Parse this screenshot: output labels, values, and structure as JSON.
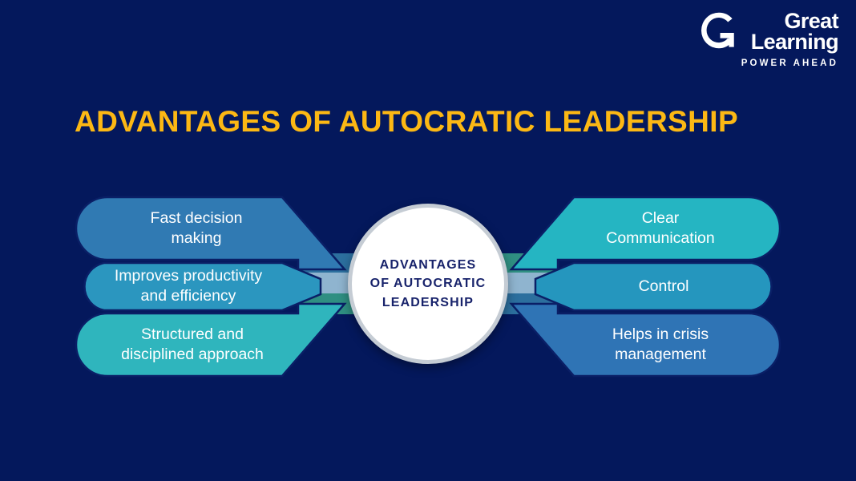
{
  "background_color": "#04185c",
  "brand": {
    "logo_mark": "great-learning-g",
    "name_line1": "Great",
    "name_line2": "Learning",
    "tagline": "POWER AHEAD",
    "color": "#ffffff"
  },
  "title": {
    "text": "ADVANTAGES OF AUTOCRATIC LEADERSHIP",
    "color": "#fcb814"
  },
  "hub": {
    "text": "ADVANTAGES\nOF AUTOCRATIC\nLEADERSHIP",
    "text_color": "#18236b",
    "fill": "#ffffff",
    "ring_color": "#c5ccd4"
  },
  "chart_data": {
    "type": "diagram",
    "layout": "hub-and-spoke-arrows",
    "title": "ADVANTAGES OF AUTOCRATIC LEADERSHIP",
    "center_label": "ADVANTAGES OF AUTOCRATIC LEADERSHIP",
    "left_items": [
      {
        "label": "Fast decision\nmaking",
        "color": "#307ab3",
        "side": "left",
        "row": 1
      },
      {
        "label": "Improves productivity\nand efficiency",
        "color": "#2b96bf",
        "side": "left",
        "row": 2
      },
      {
        "label": "Structured and\ndisciplined approach",
        "color": "#2fb5bd",
        "side": "left",
        "row": 3
      }
    ],
    "right_items": [
      {
        "label": "Clear\nCommunication",
        "color": "#25b5c2",
        "side": "right",
        "row": 1
      },
      {
        "label": "Control",
        "color": "#2596be",
        "side": "right",
        "row": 2
      },
      {
        "label": "Helps in crisis\nmanagement",
        "color": "#2f74b5",
        "side": "right",
        "row": 3
      }
    ]
  },
  "connectors": {
    "left_top": "#2c6f9e",
    "left_mid": "#8fb4cf",
    "left_bot": "#2f8f82",
    "right_top": "#2f8f82",
    "right_mid": "#8fb4cf",
    "right_bot": "#2c6f9e"
  }
}
